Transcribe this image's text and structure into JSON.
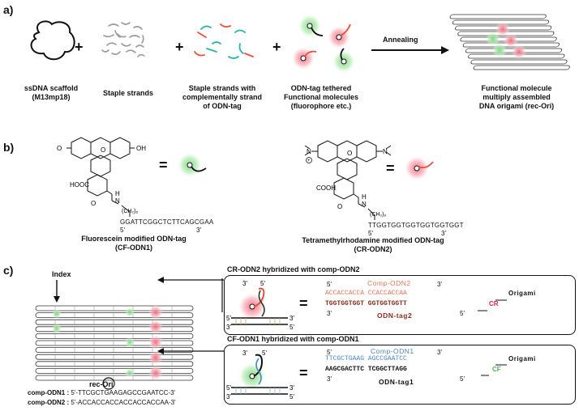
{
  "panels": {
    "a": {
      "label": "a)",
      "items": [
        {
          "caption_line1": "ssDNA scaffold",
          "caption_line2": "(M13mp18)"
        },
        {
          "caption_line1": "Staple strands",
          "caption_line2": ""
        },
        {
          "caption_line1": "Staple strands with",
          "caption_line2": "complementally strand",
          "caption_line3": "of ODN-tag"
        },
        {
          "caption_line1": "ODN-tag tethered",
          "caption_line2": "Functional molecules",
          "caption_line3": "(fluorophore etc.)"
        },
        {
          "caption_line1": "Functional molecule",
          "caption_line2": "multiply assembled",
          "caption_line3": "DNA origami (rec-Ori)"
        }
      ],
      "plus": "+",
      "arrow_label": "Annealing"
    },
    "b": {
      "label": "b)",
      "left": {
        "title": "Fluorescein modified ODN-tag",
        "abbr": "(CF-ODN1)",
        "sequence": "GGATTCGGCTCTTCAGCGAA",
        "end5": "5'",
        "end3": "3'",
        "linker": "(CH₂)₆",
        "group": "HOOC",
        "equals": "="
      },
      "right": {
        "title": "Tetramethylrhodamine modified ODN-tag",
        "abbr": "(CR-ODN2)",
        "sequence": "TTGGTGGTGGTGGTGGTGGT",
        "end5": "5'",
        "end3": "3'",
        "linker": "(CH₂)₆",
        "group": "COOH",
        "equals": "="
      }
    },
    "c": {
      "label": "c)",
      "index_label": "Index",
      "rec_ori_label": "rec-Ori",
      "comp1": {
        "name": "comp-ODN1 :",
        "seq": "5'-TTCGCTGAAGAGCCGAATCC-3'"
      },
      "comp2": {
        "name": "comp-ODN2 :",
        "seq": "5'-ACCACCACCACCACCACCAA-3'"
      },
      "box1": {
        "title": "CR-ODN2 hybridized with comp-ODN2",
        "strand_name": "Comp-ODN2",
        "top_seq": "ACCACCACCA CCACCACCAA",
        "bottom_seq": "TGGTGGTGGT GGTGGTGGTT",
        "tag_name": "ODN-tag2",
        "origami": "Origami",
        "fluor": "CR",
        "end5": "5'",
        "end3": "3'",
        "equals": "="
      },
      "box2": {
        "title": "CF-ODN1 hybridized with comp-ODN1",
        "strand_name": "Comp-ODN1",
        "top_seq": "TTCGCTGAAG AGCCGAATCC",
        "bottom_seq": "AAGCGACTTC TCGGCTTAGG",
        "tag_name": "ODN-tag1",
        "origami": "Origami",
        "fluor": "CF",
        "end5": "5'",
        "end3": "3'",
        "equals": "="
      }
    }
  },
  "colors": {
    "red_strand": "#e8503a",
    "green_glow": "#7fd67f",
    "red_glow": "#f26b7e",
    "teal": "#2bb3a8",
    "comp_odn2": "#e8745a",
    "comp_odn1": "#4a86c5",
    "tag2_text": "#8b2c1c",
    "cf_text": "#4fb34f",
    "cr_text": "#d9283b"
  }
}
